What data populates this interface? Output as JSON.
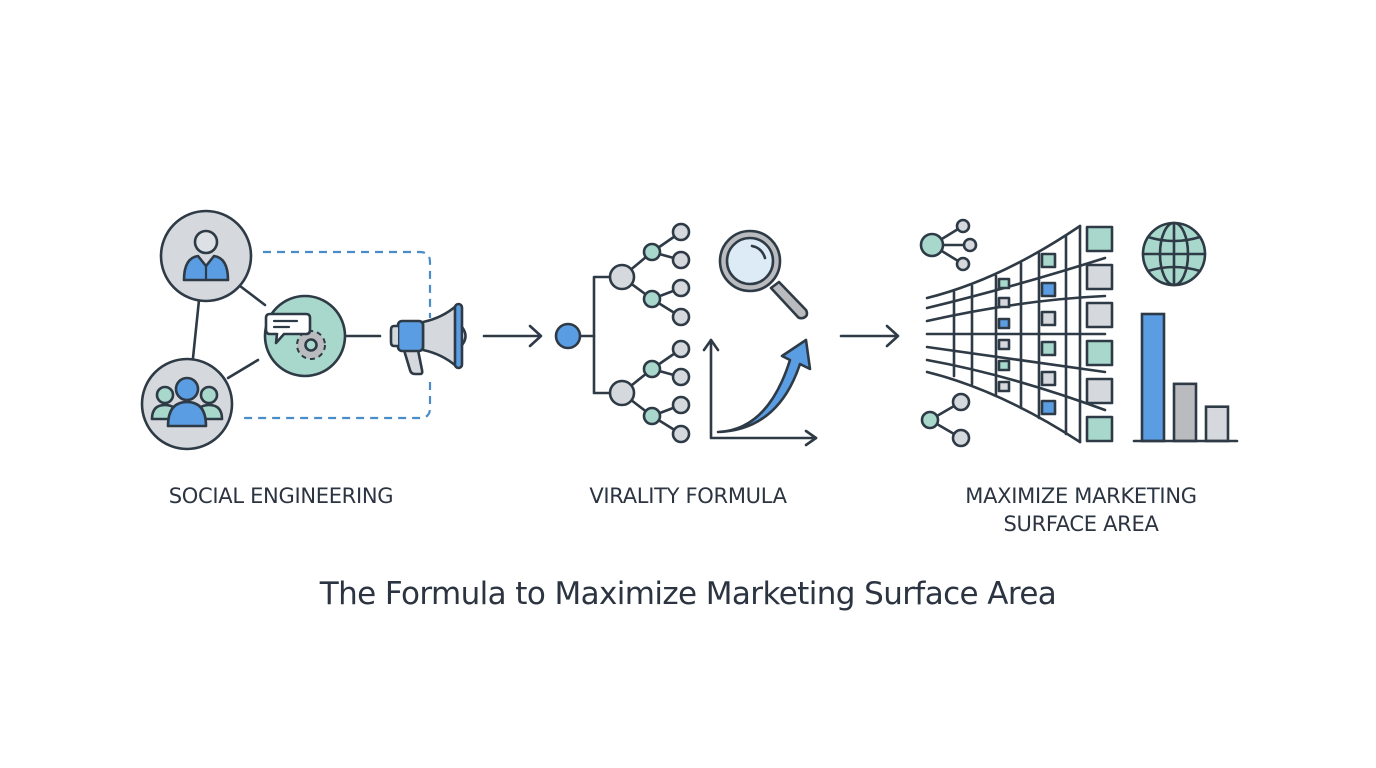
{
  "colors": {
    "stroke": "#2e3a45",
    "blue": "#5b9de3",
    "teal": "#a8d8cc",
    "gray": "#d5d8dc",
    "mid_gray": "#b9bbbe",
    "light_blue": "#dcebf5",
    "dash": "#4a8cc8",
    "text": "#2b3440"
  },
  "stages": [
    {
      "id": "social-engineering",
      "label": "SOCIAL ENGINEERING",
      "icons": [
        "user-icon",
        "group-icon",
        "chat-gear-icon",
        "megaphone-icon"
      ]
    },
    {
      "id": "virality-formula",
      "label": "VIRALITY FORMULA",
      "icons": [
        "tree-network-icon",
        "magnifier-icon",
        "growth-chart-icon"
      ]
    },
    {
      "id": "maximize-marketing-surface-area",
      "label": "MAXIMIZE MARKETING SURFACE AREA",
      "label_lines": [
        "MAXIMIZE MARKETING",
        "SURFACE AREA"
      ],
      "icons": [
        "share-icon",
        "funnel-grid-icon",
        "globe-icon",
        "bar-chart-icon"
      ],
      "bar_chart": {
        "type": "bar",
        "relative_values": [
          1.0,
          0.45,
          0.27
        ],
        "fills": [
          "blue",
          "mid_gray",
          "gray"
        ]
      }
    }
  ],
  "flow_arrows": [
    "arrow-to-virality",
    "arrow-to-maximize"
  ],
  "caption": "The Formula to Maximize Marketing Surface Area"
}
